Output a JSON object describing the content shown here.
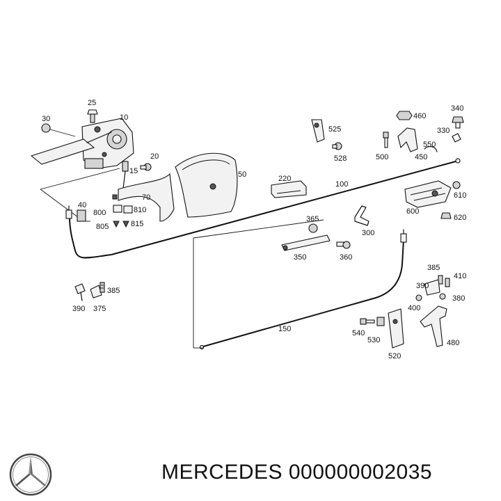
{
  "diagram": {
    "part_labels": {
      "p10": "10",
      "p15": "15",
      "p20": "20",
      "p25": "25",
      "p30": "30",
      "p40": "40",
      "p50": "50",
      "p70": "70",
      "p100": "100",
      "p150": "150",
      "p220": "220",
      "p300": "300",
      "p330": "330",
      "p340": "340",
      "p350": "350",
      "p360": "360",
      "p365": "365",
      "p375": "375",
      "p380": "380",
      "p385a": "385",
      "p385b": "385",
      "p390a": "390",
      "p390b": "390",
      "p400": "400",
      "p410": "410",
      "p450": "450",
      "p460": "460",
      "p480": "480",
      "p500": "500",
      "p520": "520",
      "p525": "525",
      "p528": "528",
      "p530": "530",
      "p540": "540",
      "p550": "550",
      "p600": "600",
      "p610": "610",
      "p620": "620",
      "p800": "800",
      "p805": "805",
      "p810": "810",
      "p815": "815"
    }
  },
  "footer": {
    "brand_text": "MERCEDES 000000002035",
    "logo_icon": "mercedes-star-icon"
  }
}
